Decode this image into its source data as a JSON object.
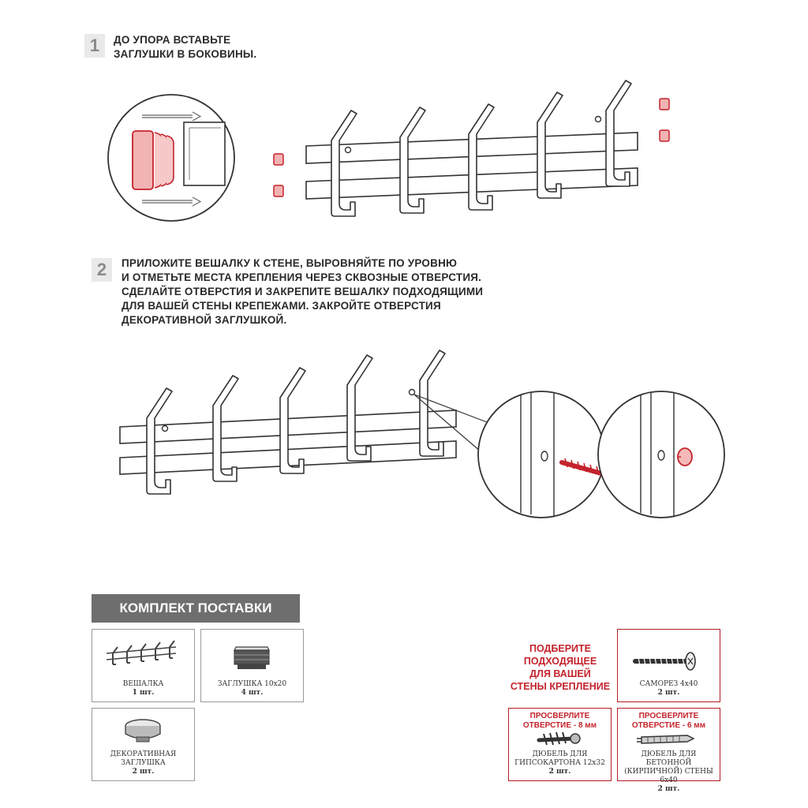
{
  "steps": [
    {
      "number": "1",
      "lines": [
        "ДО УПОРА ВСТАВЬТЕ",
        "ЗАГЛУШКИ В БОКОВИНЫ."
      ]
    },
    {
      "number": "2",
      "lines": [
        "ПРИЛОЖИТЕ ВЕШАЛКУ К СТЕНЕ, ВЫРОВНЯЙТЕ ПО УРОВНЮ",
        "И ОТМЕТЬТЕ МЕСТА КРЕПЛЕНИЯ ЧЕРЕЗ СКВОЗНЫЕ ОТВЕРСТИЯ.",
        "СДЕЛАЙТЕ ОТВЕРСТИЯ И ЗАКРЕПИТЕ ВЕШАЛКУ ПОДХОДЯЩИМИ",
        "ДЛЯ ВАШЕЙ СТЕНЫ КРЕПЕЖАМИ. ЗАКРОЙТЕ ОТВЕРСТИЯ",
        "ДЕКОРАТИВНОЙ ЗАГЛУШКОЙ."
      ]
    }
  ],
  "kit": {
    "title": "КОМПЛЕКТ ПОСТАВКИ",
    "items": [
      {
        "name": [
          "ВЕШАЛКА"
        ],
        "qty": "1 шт.",
        "icon": "hanger-icon"
      },
      {
        "name": [
          "ЗАГЛУШКА 10х20"
        ],
        "qty": "4 шт.",
        "icon": "end-cap-icon"
      },
      {
        "name": [
          "ДЕКОРАТИВНАЯ",
          "ЗАГЛУШКА"
        ],
        "qty": "2 шт.",
        "icon": "decorative-cap-icon"
      }
    ]
  },
  "fasteners": {
    "prompt": [
      "ПОДБЕРИТЕ",
      "ПОДХОДЯЩЕЕ",
      "ДЛЯ ВАШЕЙ",
      "СТЕНЫ КРЕПЛЕНИЕ"
    ],
    "screw": {
      "name": [
        "САМОРЕЗ 4х40"
      ],
      "qty": "2 шт.",
      "icon": "screw-icon"
    },
    "drywall": {
      "drill_line1": "ПРОСВЕРЛИТЕ",
      "drill_line2": "ОТВЕРСТИЕ - ",
      "drill_size": "8 мм",
      "name": [
        "ДЮБЕЛЬ ДЛЯ",
        "ГИПСОКАРТОНА 12х32"
      ],
      "qty": "2 шт.",
      "icon": "drywall-anchor-icon"
    },
    "concrete": {
      "drill_line1": "ПРОСВЕРЛИТЕ",
      "drill_line2": "ОТВЕРСТИЕ - ",
      "drill_size": "6 мм",
      "name": [
        "ДЮБЕЛЬ ДЛЯ БЕТОННОЙ",
        "(КИРПИЧНОЙ) СТЕНЫ 6х40"
      ],
      "qty": "2 шт.",
      "icon": "concrete-dowel-icon"
    }
  },
  "colors": {
    "accent": "#c4232c",
    "banner": "#6e6e6e",
    "line": "#333333",
    "stepbox": "#e9e9e9"
  }
}
